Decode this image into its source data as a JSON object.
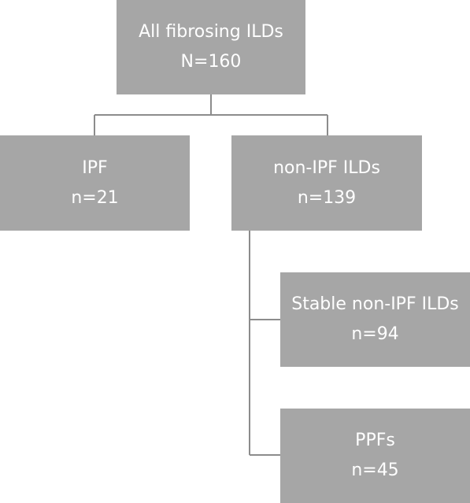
{
  "nodes": {
    "root": {
      "title": "All fibrosing ILDs",
      "count": "N=160"
    },
    "ipf": {
      "title": "IPF",
      "count": "n=21"
    },
    "nonipf": {
      "title": "non-IPF ILDs",
      "count": "n=139"
    },
    "stable": {
      "title": "Stable non-IPF ILDs",
      "count": "n=94"
    },
    "ppf": {
      "title": "PPFs",
      "count": "n=45"
    }
  },
  "colors": {
    "box_fill": "#a6a6a6",
    "box_text": "#ffffff",
    "connector": "#8c8c8c"
  }
}
